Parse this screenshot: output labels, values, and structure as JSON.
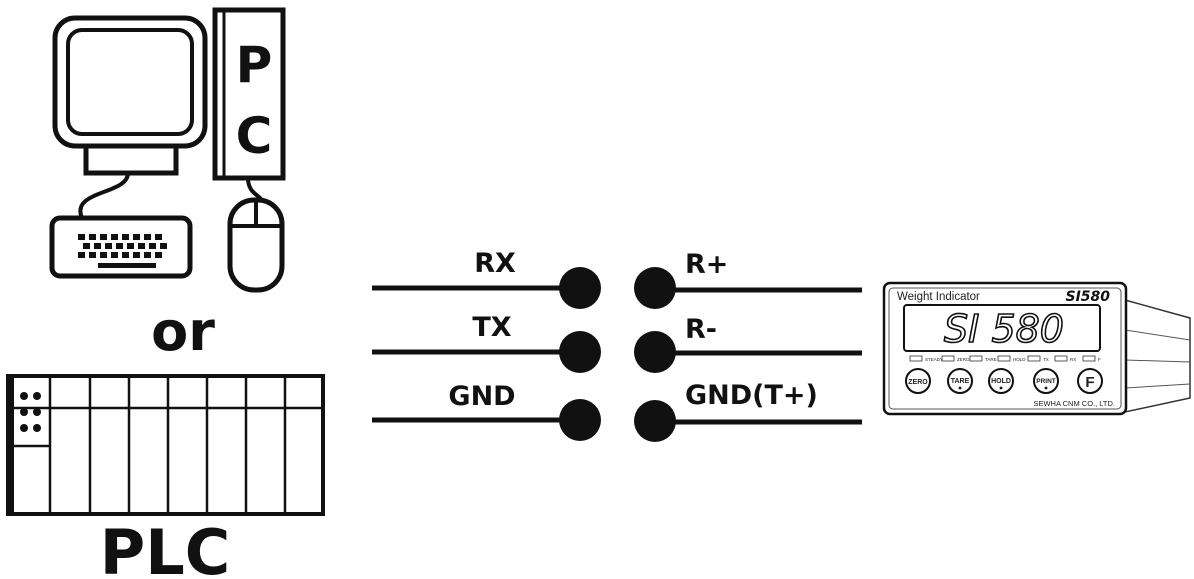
{
  "pc": {
    "label_top": "P",
    "label_bottom": "C"
  },
  "connector_word": "or",
  "plc": {
    "label": "PLC"
  },
  "left_pins": [
    "RX",
    "TX",
    "GND"
  ],
  "right_pins": [
    "R+",
    "R-",
    "GND(T+)"
  ],
  "indicator": {
    "title": "Weight Indicator",
    "model": "SI580",
    "display": "SI 580",
    "status_lamps": [
      "STEADY",
      "ZERO",
      "TARE",
      "HOLD",
      "TX",
      "RX",
      "F"
    ],
    "keys": [
      "ZERO",
      "TARE",
      "HOLD",
      "PRINT",
      "F"
    ],
    "maker": "SEWHA CNM CO., LTD."
  }
}
